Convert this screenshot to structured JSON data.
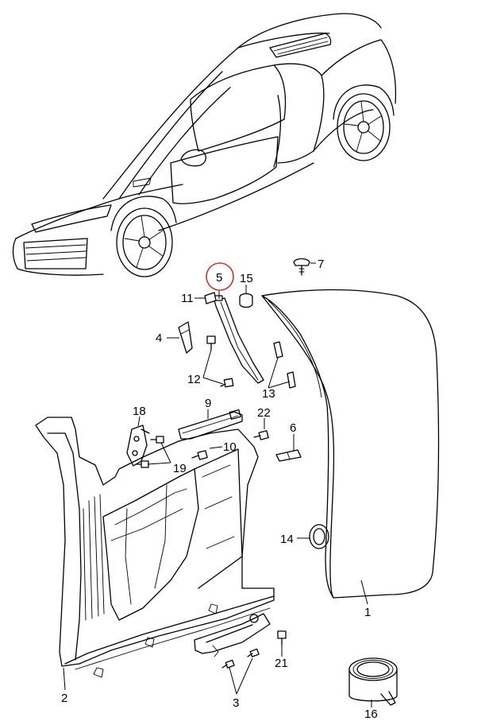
{
  "diagram": {
    "highlight_color": "#c0392b",
    "callouts": [
      {
        "id": "c1",
        "text": "1"
      },
      {
        "id": "c2",
        "text": "2"
      },
      {
        "id": "c3",
        "text": "3"
      },
      {
        "id": "c4",
        "text": "4"
      },
      {
        "id": "c5",
        "text": "5"
      },
      {
        "id": "c6",
        "text": "6"
      },
      {
        "id": "c7",
        "text": "7"
      },
      {
        "id": "c9",
        "text": "9"
      },
      {
        "id": "c10",
        "text": "10"
      },
      {
        "id": "c11",
        "text": "11"
      },
      {
        "id": "c12",
        "text": "12"
      },
      {
        "id": "c13",
        "text": "13"
      },
      {
        "id": "c14",
        "text": "14"
      },
      {
        "id": "c15",
        "text": "15"
      },
      {
        "id": "c16",
        "text": "16"
      },
      {
        "id": "c18",
        "text": "18"
      },
      {
        "id": "c19",
        "text": "19"
      },
      {
        "id": "c21",
        "text": "21"
      },
      {
        "id": "c22",
        "text": "22"
      }
    ]
  }
}
